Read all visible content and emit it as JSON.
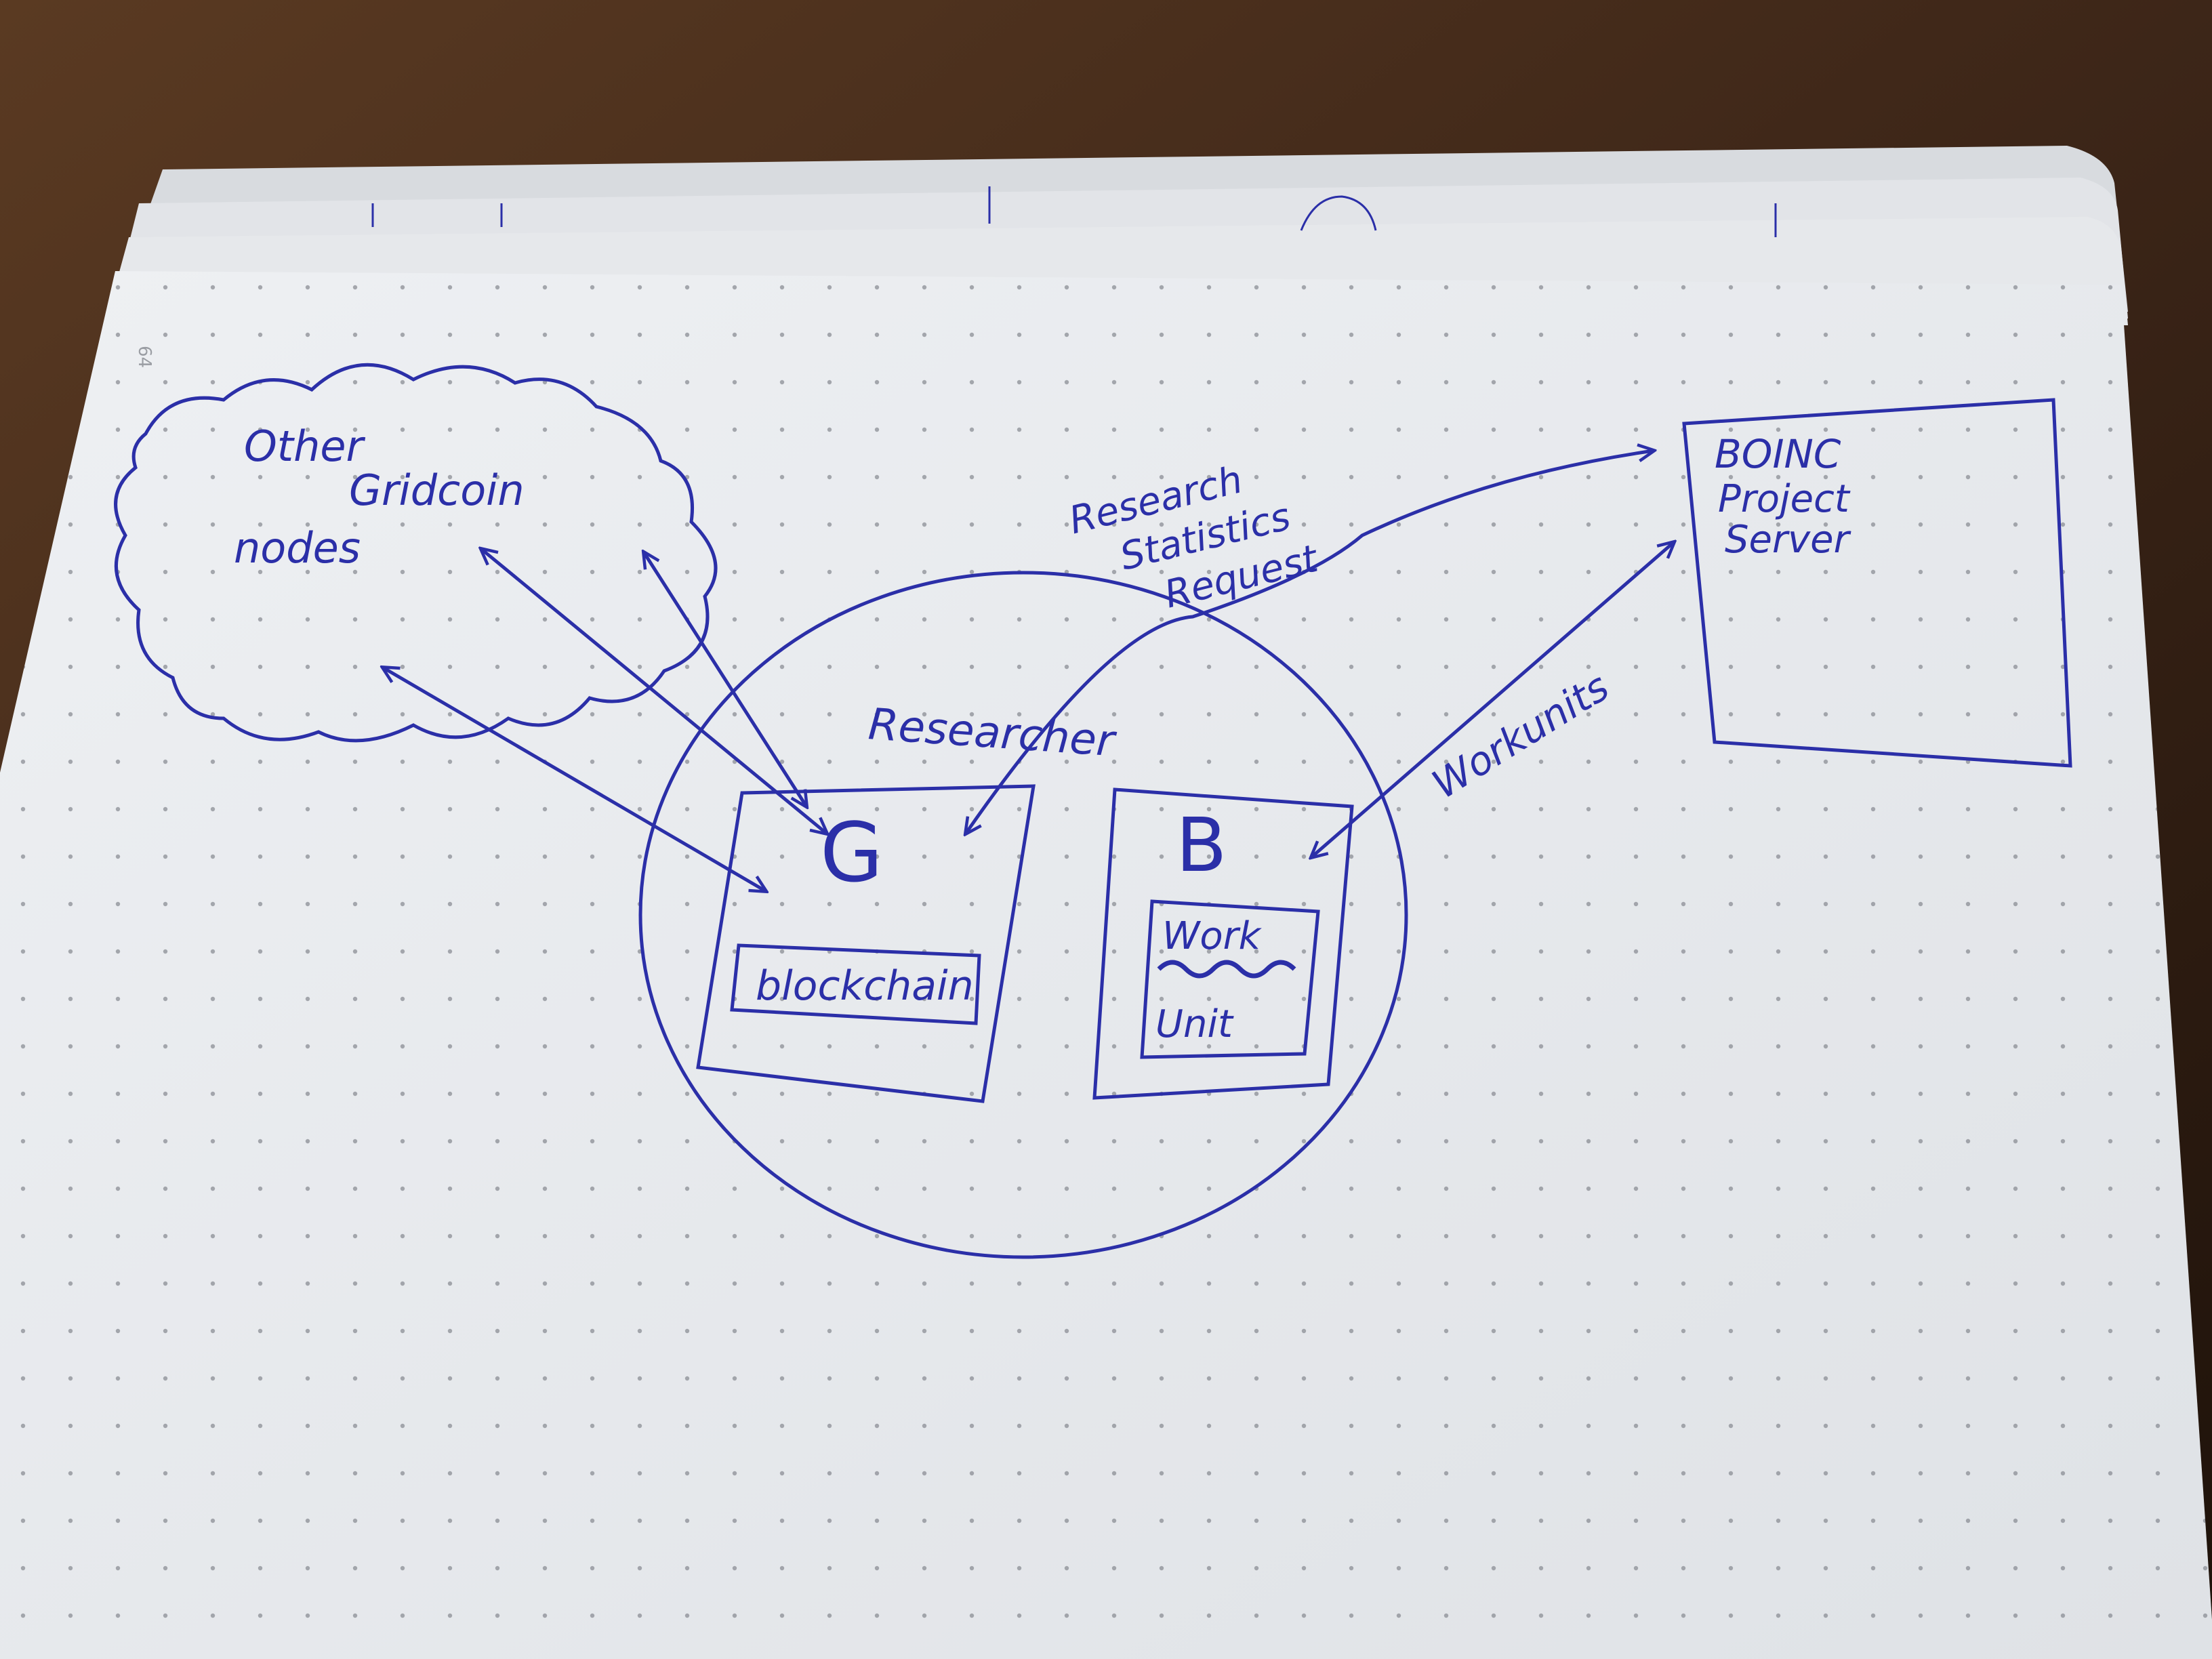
{
  "diagram": {
    "page_number": "64",
    "cloud": {
      "lines": [
        "Other",
        "Gridcoin",
        "nodes"
      ]
    },
    "server": {
      "lines": [
        "BOINC",
        "Project",
        "Server"
      ]
    },
    "request_label": {
      "lines": [
        "Research",
        "Statistics",
        "Request"
      ]
    },
    "researcher_label": "Researcher",
    "workunits_label": "Workunits",
    "gridcoin_box": {
      "letter": "G",
      "inner_label": "blockchain"
    },
    "boinc_box": {
      "letter": "B",
      "inner_lines": [
        "Work",
        "Unit"
      ]
    }
  },
  "colors": {
    "ink": "#2b2fa8",
    "paper": "#e9ebee",
    "table": "#3a2416"
  }
}
